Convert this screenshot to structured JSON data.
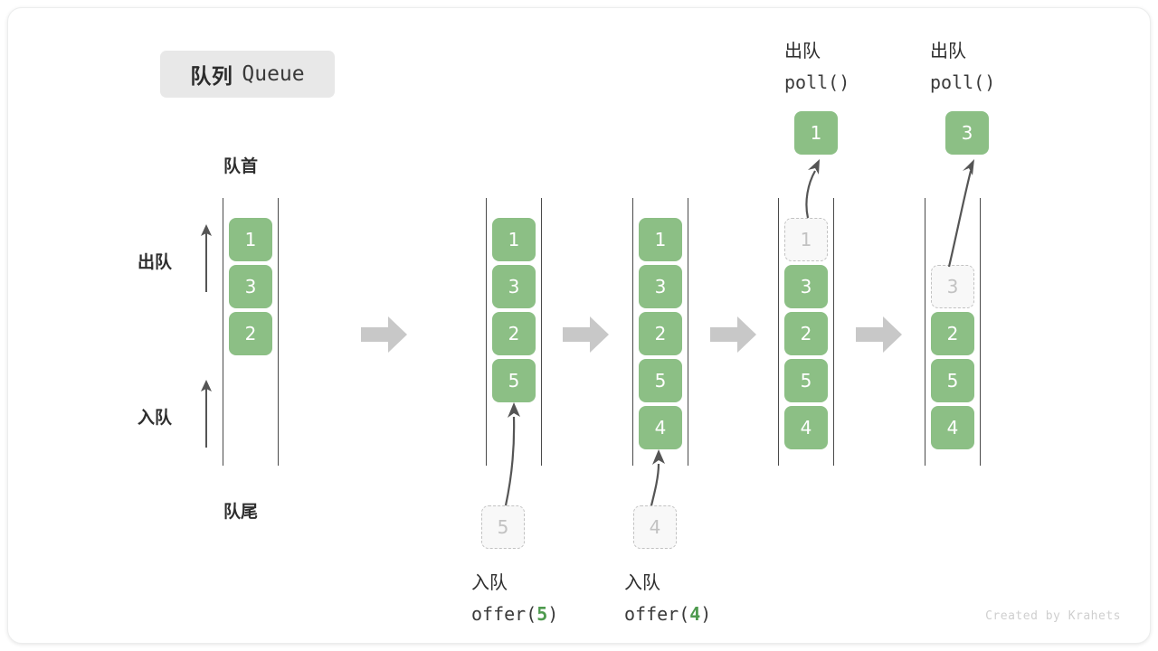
{
  "title": {
    "cn": "队列",
    "en": "Queue"
  },
  "labels": {
    "head": "队首",
    "tail": "队尾",
    "dequeue_side": "出队",
    "enqueue_side": "入队"
  },
  "colors": {
    "cell_fill": "#8cbf85",
    "cell_text": "#ffffff",
    "ghost_border": "#c2c2c2",
    "ghost_fill": "#f8f8f8",
    "ghost_text": "#c2c2c2",
    "rail": "#4a4a4a",
    "flow_arrow": "#c8c8c8",
    "accent_green": "#4e9a4e",
    "chip_bg": "#e8e8e8"
  },
  "operations": {
    "offer5": {
      "cn": "入队",
      "code_pre": "offer(",
      "code_arg": "5",
      "code_post": ")"
    },
    "offer4": {
      "cn": "入队",
      "code_pre": "offer(",
      "code_arg": "4",
      "code_post": ")"
    },
    "poll1": {
      "cn": "出队",
      "code_pre": "poll(",
      "code_arg": "",
      "code_post": ")"
    },
    "poll2": {
      "cn": "出队",
      "code_pre": "poll(",
      "code_arg": "",
      "code_post": ")"
    }
  },
  "columns": [
    {
      "id": "state-0",
      "cells": [
        {
          "value": "1",
          "state": "filled"
        },
        {
          "value": "3",
          "state": "filled"
        },
        {
          "value": "2",
          "state": "filled"
        }
      ]
    },
    {
      "id": "state-1",
      "cells": [
        {
          "value": "1",
          "state": "filled"
        },
        {
          "value": "3",
          "state": "filled"
        },
        {
          "value": "2",
          "state": "filled"
        },
        {
          "value": "5",
          "state": "filled"
        }
      ]
    },
    {
      "id": "state-2",
      "cells": [
        {
          "value": "1",
          "state": "filled"
        },
        {
          "value": "3",
          "state": "filled"
        },
        {
          "value": "2",
          "state": "filled"
        },
        {
          "value": "5",
          "state": "filled"
        },
        {
          "value": "4",
          "state": "filled"
        }
      ]
    },
    {
      "id": "state-3",
      "cells": [
        {
          "value": "1",
          "state": "ghost"
        },
        {
          "value": "3",
          "state": "filled"
        },
        {
          "value": "2",
          "state": "filled"
        },
        {
          "value": "5",
          "state": "filled"
        },
        {
          "value": "4",
          "state": "filled"
        }
      ]
    },
    {
      "id": "state-4",
      "cells": [
        {
          "value": "",
          "state": "empty"
        },
        {
          "value": "3",
          "state": "ghost"
        },
        {
          "value": "2",
          "state": "filled"
        },
        {
          "value": "5",
          "state": "filled"
        },
        {
          "value": "4",
          "state": "filled"
        }
      ]
    }
  ],
  "incoming": [
    {
      "id": "incoming-5",
      "value": "5"
    },
    {
      "id": "incoming-4",
      "value": "4"
    }
  ],
  "outgoing": [
    {
      "id": "outgoing-1",
      "value": "1"
    },
    {
      "id": "outgoing-3",
      "value": "3"
    }
  ],
  "watermark": "Created by Krahets"
}
